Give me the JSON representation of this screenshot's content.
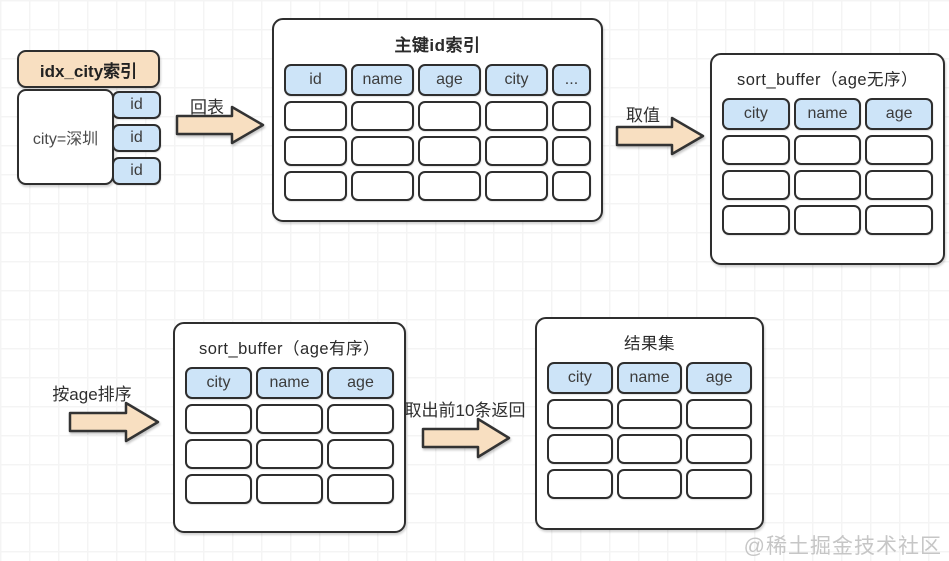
{
  "diagram": {
    "idx_city_box": {
      "title": "idx_city索引",
      "key_cell": "city=深圳",
      "id_cells": [
        "id",
        "id",
        "id"
      ]
    },
    "primary_index_table": {
      "title": "主键id索引",
      "columns": [
        "id",
        "name",
        "age",
        "city",
        "..."
      ],
      "empty_rows": 3
    },
    "sort_buffer_unordered": {
      "title": "sort_buffer（age无序）",
      "columns": [
        "city",
        "name",
        "age"
      ],
      "empty_rows": 3
    },
    "sort_buffer_ordered": {
      "title": "sort_buffer（age有序）",
      "columns": [
        "city",
        "name",
        "age"
      ],
      "empty_rows": 3
    },
    "result_set": {
      "title": "结果集",
      "columns": [
        "city",
        "name",
        "age"
      ],
      "empty_rows": 3
    },
    "arrows": {
      "back_to_table": "回表",
      "fetch_values": "取值",
      "sort_by_age": "按age排序",
      "return_top10": "取出前10条返回"
    },
    "watermark": "@稀土掘金技术社区",
    "colors": {
      "peach": "#f8dfc1",
      "header_blue": "#cde4f8",
      "border_dark": "#2e2e2e",
      "watermark_gray": "#c6c6c6"
    }
  }
}
